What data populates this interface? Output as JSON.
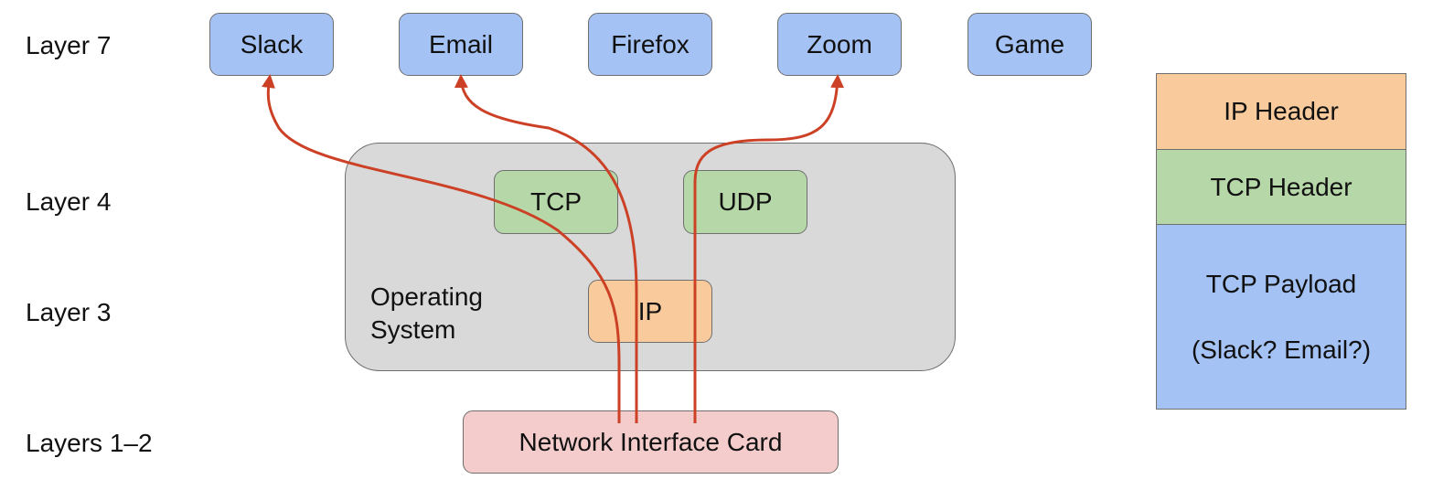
{
  "layers": {
    "l7": "Layer 7",
    "l4": "Layer 4",
    "l3": "Layer 3",
    "l12": "Layers 1–2"
  },
  "apps": [
    "Slack",
    "Email",
    "Firefox",
    "Zoom",
    "Game"
  ],
  "os": {
    "label": "Operating System",
    "tcp": "TCP",
    "udp": "UDP",
    "ip": "IP"
  },
  "nic": "Network Interface Card",
  "packet": {
    "ip_header": "IP Header",
    "tcp_header": "TCP Header",
    "payload_title": "TCP Payload",
    "payload_note": "(Slack? Email?)"
  },
  "colors": {
    "app": "#a4c2f4",
    "transport": "#b6d7a8",
    "network": "#f9cb9c",
    "nic": "#f4cccc",
    "os": "#d9d9d9",
    "path": "#cc4125"
  }
}
